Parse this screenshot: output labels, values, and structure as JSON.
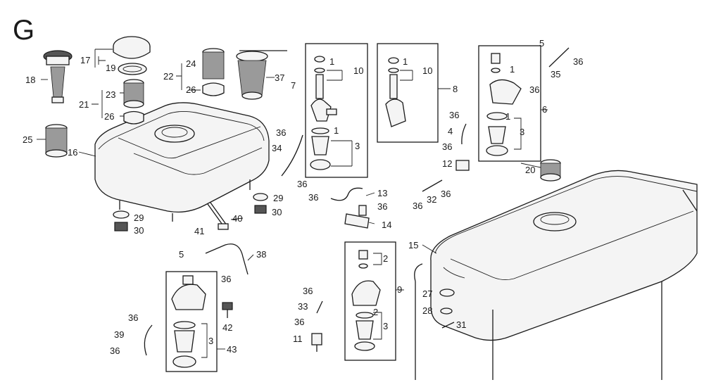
{
  "section_letter": "G",
  "callouts": [
    {
      "id": "c18",
      "text": "18"
    },
    {
      "id": "c17",
      "text": "17"
    },
    {
      "id": "c19",
      "text": "19"
    },
    {
      "id": "c21",
      "text": "21"
    },
    {
      "id": "c23",
      "text": "23"
    },
    {
      "id": "c26a",
      "text": "26"
    },
    {
      "id": "c25",
      "text": "25"
    },
    {
      "id": "c16",
      "text": "16"
    },
    {
      "id": "c22",
      "text": "22"
    },
    {
      "id": "c24",
      "text": "24"
    },
    {
      "id": "c26b",
      "text": "26"
    },
    {
      "id": "c37",
      "text": "37"
    },
    {
      "id": "c7",
      "text": "7"
    },
    {
      "id": "c1a",
      "text": "1"
    },
    {
      "id": "c10a",
      "text": "10"
    },
    {
      "id": "c1b",
      "text": "1"
    },
    {
      "id": "c36a",
      "text": "36"
    },
    {
      "id": "c3a",
      "text": "3"
    },
    {
      "id": "c34",
      "text": "34"
    },
    {
      "id": "c36b",
      "text": "36"
    },
    {
      "id": "c1c",
      "text": "1"
    },
    {
      "id": "c10b",
      "text": "10"
    },
    {
      "id": "c8",
      "text": "8"
    },
    {
      "id": "c5a",
      "text": "5"
    },
    {
      "id": "c36c",
      "text": "36"
    },
    {
      "id": "c35",
      "text": "35"
    },
    {
      "id": "c1d",
      "text": "1"
    },
    {
      "id": "c36d",
      "text": "36"
    },
    {
      "id": "c6",
      "text": "6"
    },
    {
      "id": "c36e",
      "text": "36"
    },
    {
      "id": "c1e",
      "text": "1"
    },
    {
      "id": "c4",
      "text": "4"
    },
    {
      "id": "c3b",
      "text": "3"
    },
    {
      "id": "c36f",
      "text": "36"
    },
    {
      "id": "c12",
      "text": "12"
    },
    {
      "id": "c20",
      "text": "20"
    },
    {
      "id": "c36g",
      "text": "36"
    },
    {
      "id": "c32",
      "text": "32"
    },
    {
      "id": "c36h",
      "text": "36"
    },
    {
      "id": "c29a",
      "text": "29"
    },
    {
      "id": "c30a",
      "text": "30"
    },
    {
      "id": "c29b",
      "text": "29"
    },
    {
      "id": "c30b",
      "text": "30"
    },
    {
      "id": "c40",
      "text": "40"
    },
    {
      "id": "c41",
      "text": "41"
    },
    {
      "id": "c36i",
      "text": "36"
    },
    {
      "id": "c13",
      "text": "13"
    },
    {
      "id": "c36j",
      "text": "36"
    },
    {
      "id": "c14",
      "text": "14"
    },
    {
      "id": "c15",
      "text": "15"
    },
    {
      "id": "c5b",
      "text": "5"
    },
    {
      "id": "c38",
      "text": "38"
    },
    {
      "id": "c36k",
      "text": "36"
    },
    {
      "id": "c2a",
      "text": "2"
    },
    {
      "id": "c36l",
      "text": "36"
    },
    {
      "id": "c9",
      "text": "9"
    },
    {
      "id": "c27",
      "text": "27"
    },
    {
      "id": "c2b",
      "text": "2"
    },
    {
      "id": "c33",
      "text": "33"
    },
    {
      "id": "c28",
      "text": "28"
    },
    {
      "id": "c36m",
      "text": "36"
    },
    {
      "id": "c3c",
      "text": "3"
    },
    {
      "id": "c31",
      "text": "31"
    },
    {
      "id": "c11",
      "text": "11"
    },
    {
      "id": "c36n",
      "text": "36"
    },
    {
      "id": "c42",
      "text": "42"
    },
    {
      "id": "c39",
      "text": "39"
    },
    {
      "id": "c3d",
      "text": "3"
    },
    {
      "id": "c36o",
      "text": "36"
    },
    {
      "id": "c43",
      "text": "43"
    }
  ]
}
